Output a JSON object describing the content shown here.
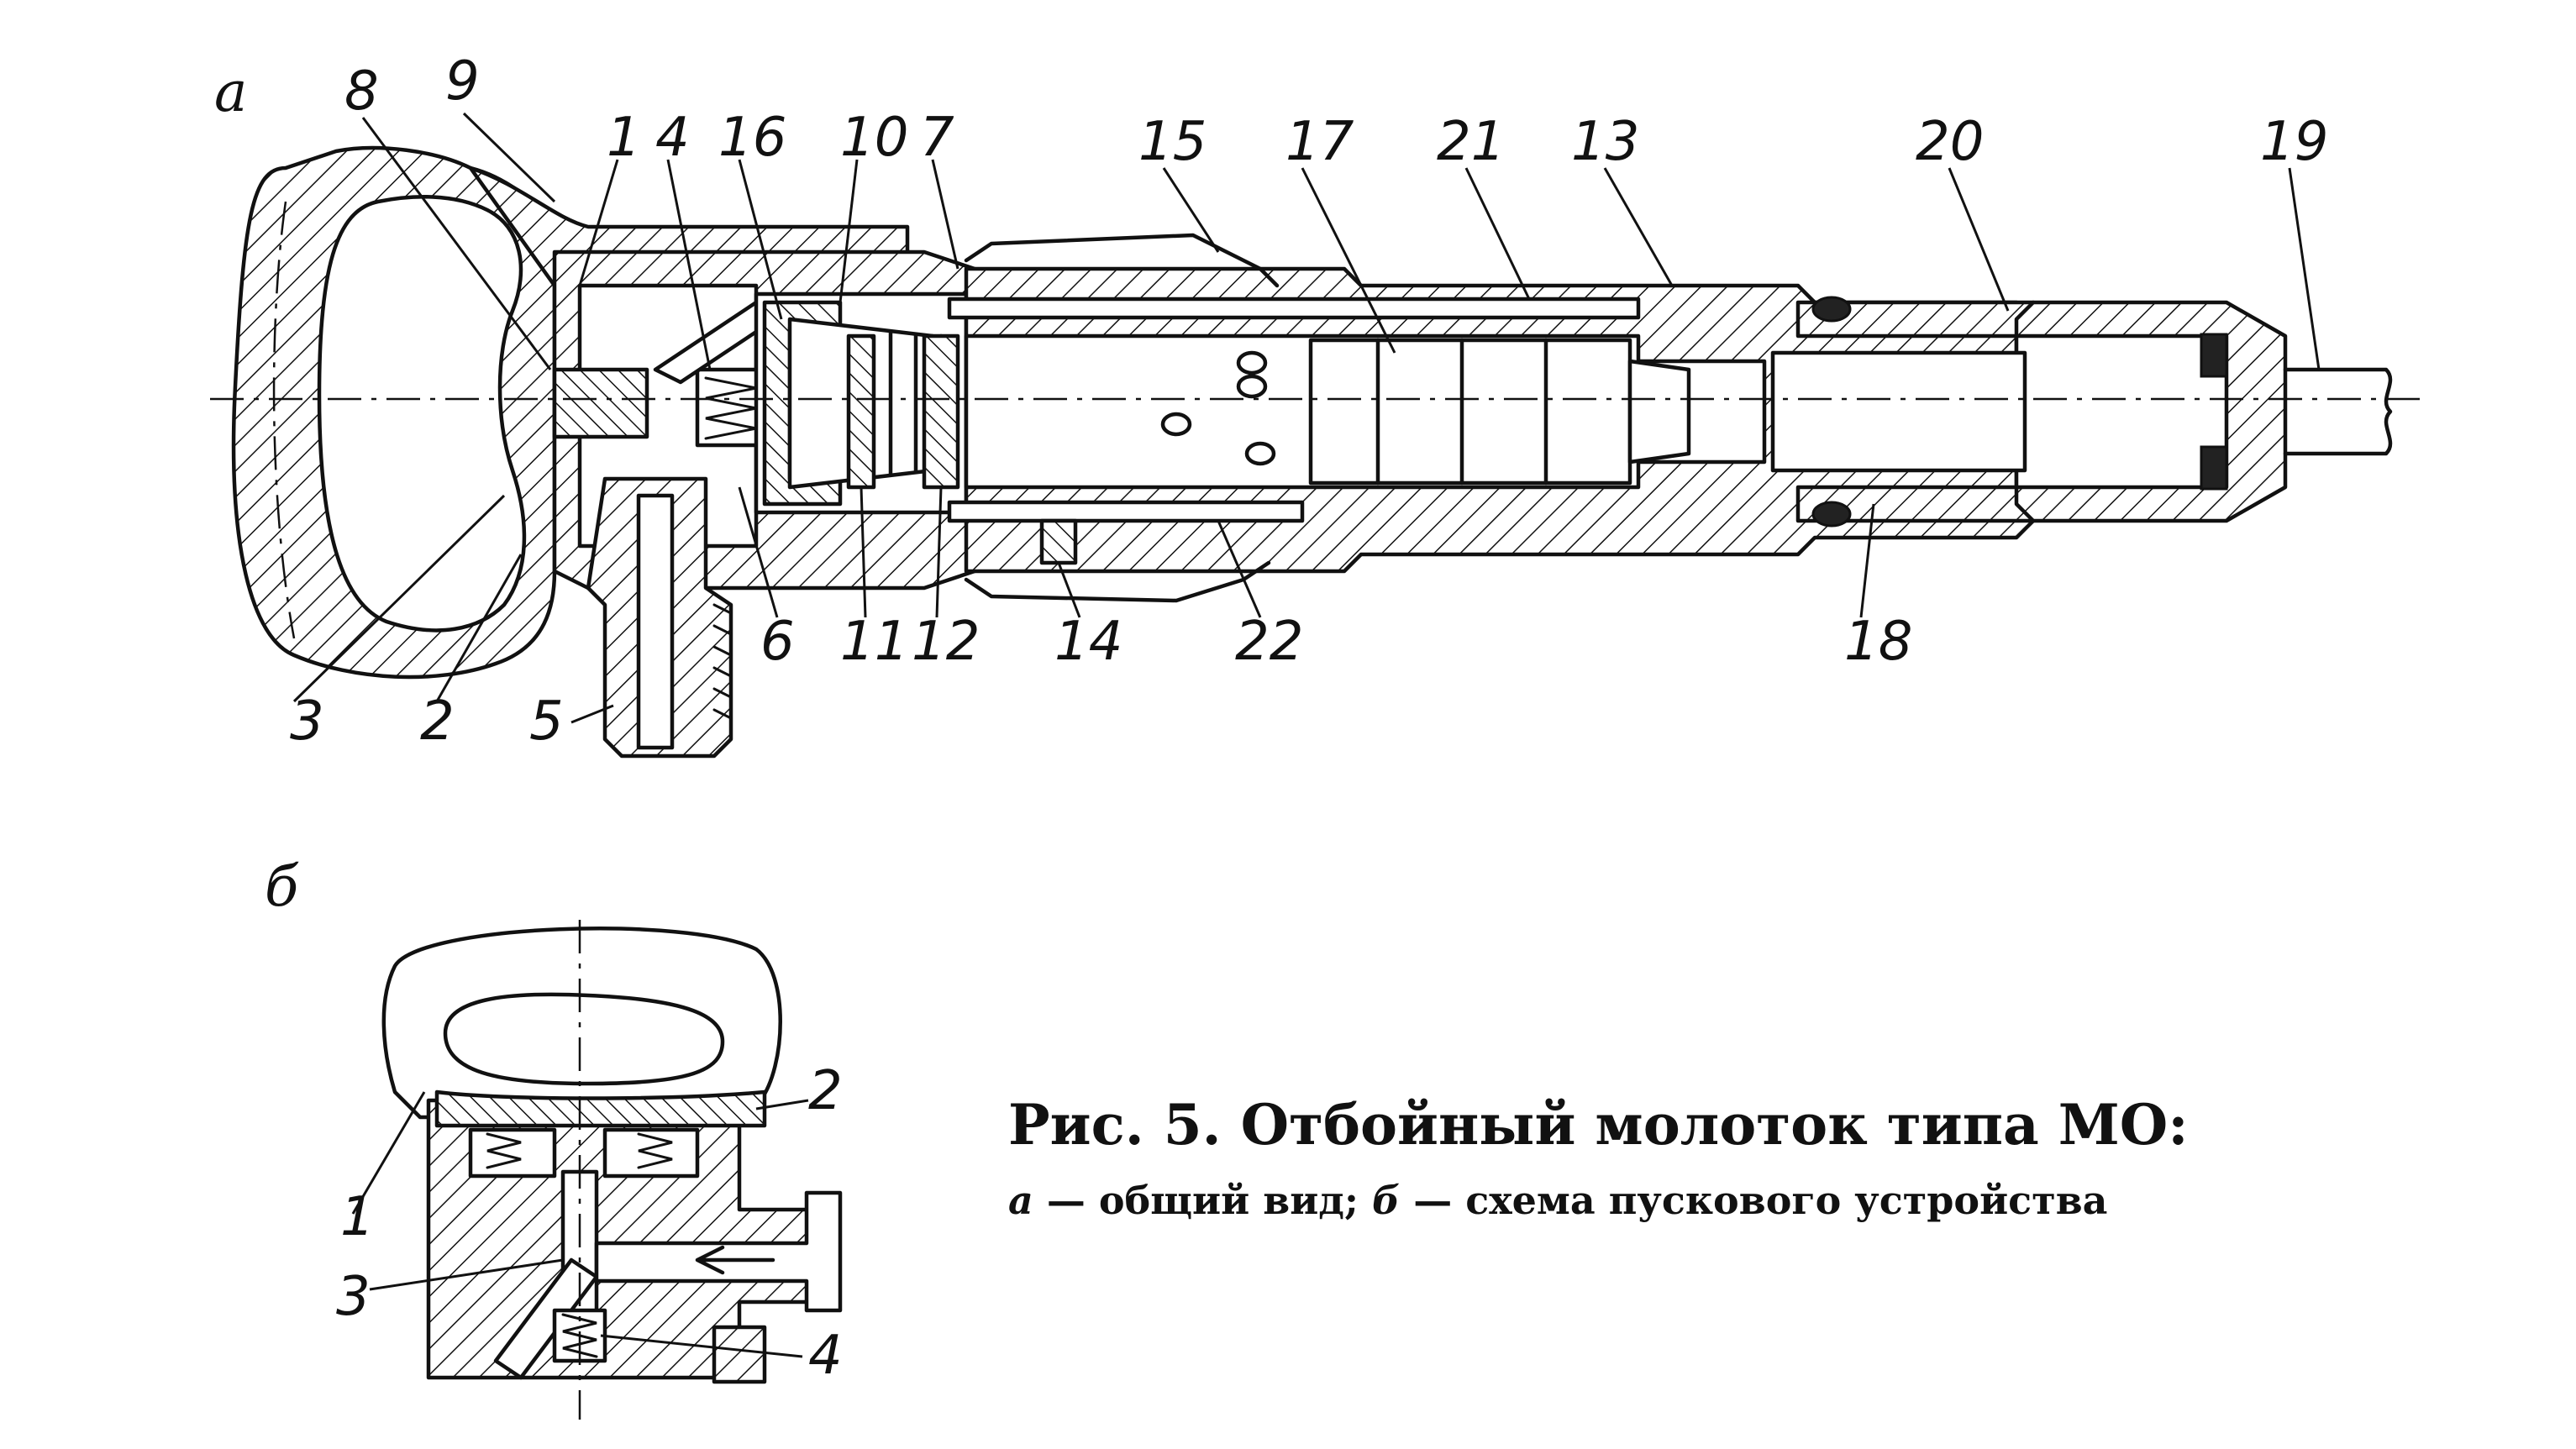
{
  "view_a": {
    "label": "а"
  },
  "view_b": {
    "label": "б"
  },
  "labels_a": [
    "1",
    "2",
    "3",
    "4",
    "5",
    "6",
    "7",
    "8",
    "9",
    "10",
    "11",
    "12",
    "13",
    "14",
    "15",
    "16",
    "17",
    "18",
    "19",
    "20",
    "21",
    "22"
  ],
  "labels_b": [
    "1",
    "2",
    "3",
    "4"
  ],
  "caption": {
    "title": "Рис. 5. Отбойный молоток типа МО:",
    "a_letter": "а",
    "a_text": " — общий вид; ",
    "b_letter": "б",
    "b_text": " — схема пускового устройства"
  }
}
